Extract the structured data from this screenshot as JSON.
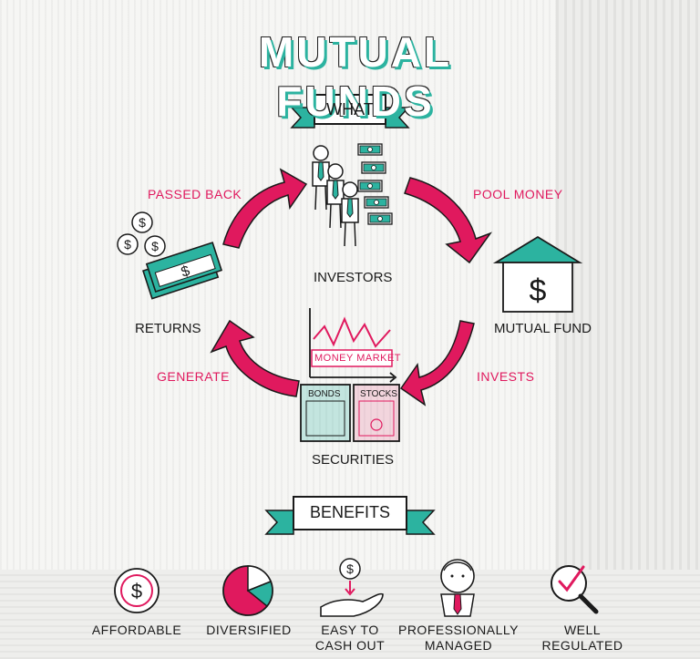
{
  "title": "MUTUAL FUNDS",
  "what_banner": "WHAT",
  "benefits_banner": "BENEFITS",
  "cycle": {
    "investors": "INVESTORS",
    "mutual_fund": "MUTUAL FUND",
    "securities": "SECURITIES",
    "returns": "RETURNS",
    "pool_money": "POOL MONEY",
    "invests": "INVESTS",
    "generate": "GENERATE",
    "passed_back": "PASSED BACK"
  },
  "securities_items": {
    "money_market": "MONEY MARKET",
    "bonds": "BONDS",
    "stocks": "STOCKS"
  },
  "benefits": [
    {
      "line1": "AFFORDABLE",
      "line2": ""
    },
    {
      "line1": "DIVERSIFIED",
      "line2": ""
    },
    {
      "line1": "EASY TO",
      "line2": "CASH OUT"
    },
    {
      "line1": "PROFESSIONALLY",
      "line2": "MANAGED"
    },
    {
      "line1": "WELL",
      "line2": "REGULATED"
    }
  ],
  "colors": {
    "accent_pink": "#e0195e",
    "accent_teal": "#2cb3a0",
    "ink": "#1a1a1a"
  },
  "icons": [
    "investors-icon",
    "fund-building-icon",
    "securities-chart-icon",
    "returns-money-icon",
    "coin-icon",
    "pie-chart-icon",
    "hand-coin-icon",
    "manager-icon",
    "magnifier-check-icon"
  ]
}
